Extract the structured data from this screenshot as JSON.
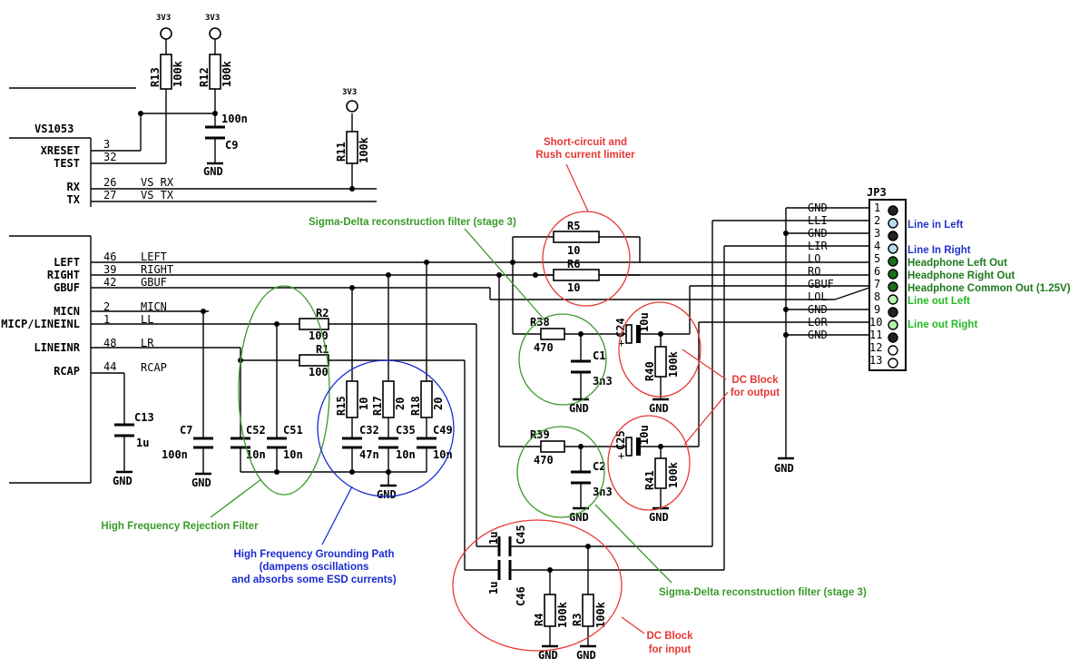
{
  "colors": {
    "red": "#e53935",
    "green": "#3a9a2a",
    "blue": "#1a2bd0",
    "pin_blue": "#2233cc",
    "pin_green": "#1e7a1e",
    "pin_lightgreen": "#22bb22"
  },
  "chip": {
    "name": "VS1053",
    "pins": [
      {
        "name": "XRESET",
        "num": "3",
        "net": ""
      },
      {
        "name": "TEST",
        "num": "32",
        "net": ""
      },
      {
        "name": "RX",
        "num": "26",
        "net": "VS_RX"
      },
      {
        "name": "TX",
        "num": "27",
        "net": "VS_TX"
      },
      {
        "name": "LEFT",
        "num": "46",
        "net": "LEFT"
      },
      {
        "name": "RIGHT",
        "num": "39",
        "net": "RIGHT"
      },
      {
        "name": "GBUF",
        "num": "42",
        "net": "GBUF"
      },
      {
        "name": "MICN",
        "num": "2",
        "net": "MICN"
      },
      {
        "name": "MICP/LINEINL",
        "num": "1",
        "net": "LL"
      },
      {
        "name": "LINEINR",
        "num": "48",
        "net": "LR"
      },
      {
        "name": "RCAP",
        "num": "44",
        "net": "RCAP"
      }
    ]
  },
  "power": {
    "v33": "3V3",
    "gnd": "GND"
  },
  "components": {
    "R13": {
      "ref": "R13",
      "val": "100k"
    },
    "R12": {
      "ref": "R12",
      "val": "100k"
    },
    "R11": {
      "ref": "R11",
      "val": "100k"
    },
    "C9": {
      "ref": "C9",
      "val": "100n"
    },
    "R5": {
      "ref": "R5",
      "val": "10"
    },
    "R6": {
      "ref": "R6",
      "val": "10"
    },
    "R2": {
      "ref": "R2",
      "val": "100"
    },
    "R1": {
      "ref": "R1",
      "val": "100"
    },
    "R15": {
      "ref": "R15",
      "val": "10"
    },
    "R17": {
      "ref": "R17",
      "val": "20"
    },
    "R18": {
      "ref": "R18",
      "val": "20"
    },
    "C13": {
      "ref": "C13",
      "val": "1u"
    },
    "C7": {
      "ref": "C7",
      "val": "100n"
    },
    "C52": {
      "ref": "C52",
      "val": "10n"
    },
    "C51": {
      "ref": "C51",
      "val": "10n"
    },
    "C32": {
      "ref": "C32",
      "val": "47n"
    },
    "C35": {
      "ref": "C35",
      "val": "10n"
    },
    "C49": {
      "ref": "C49",
      "val": "10n"
    },
    "R38": {
      "ref": "R38",
      "val": "470"
    },
    "R39": {
      "ref": "R39",
      "val": "470"
    },
    "C1": {
      "ref": "C1",
      "val": "3n3"
    },
    "C2": {
      "ref": "C2",
      "val": "3n3"
    },
    "C24": {
      "ref": "C24",
      "val": "10u"
    },
    "C25": {
      "ref": "C25",
      "val": "10u"
    },
    "R40": {
      "ref": "R40",
      "val": "100k"
    },
    "R41": {
      "ref": "R41",
      "val": "100k"
    },
    "C45": {
      "ref": "C45",
      "val": "1u"
    },
    "C46": {
      "ref": "C46",
      "val": "1u"
    },
    "R4": {
      "ref": "R4",
      "val": "100k"
    },
    "R3": {
      "ref": "R3",
      "val": "100k"
    }
  },
  "connector": {
    "name": "JP3",
    "pins": [
      {
        "num": "1",
        "net": "GND",
        "label": ""
      },
      {
        "num": "2",
        "net": "LLI",
        "label": "Line in Left"
      },
      {
        "num": "3",
        "net": "GND",
        "label": ""
      },
      {
        "num": "4",
        "net": "LIR",
        "label": "Line In Right"
      },
      {
        "num": "5",
        "net": "LO",
        "label": "Headphone Left Out"
      },
      {
        "num": "6",
        "net": "RO",
        "label": "Headphone Right Out"
      },
      {
        "num": "7",
        "net": "GBUF",
        "label": "Headphone Common Out (1.25V)"
      },
      {
        "num": "8",
        "net": "LOL",
        "label": "Line out Left"
      },
      {
        "num": "9",
        "net": "GND",
        "label": ""
      },
      {
        "num": "10",
        "net": "LOR",
        "label": "Line out Right"
      },
      {
        "num": "11",
        "net": "GND",
        "label": ""
      },
      {
        "num": "12",
        "net": "",
        "label": ""
      },
      {
        "num": "13",
        "net": "",
        "label": ""
      }
    ]
  },
  "annotations": {
    "short_circuit": [
      "Short-circuit and",
      "Rush current limiter"
    ],
    "sd_filter_top": "Sigma-Delta reconstruction filter (stage 3)",
    "sd_filter_bottom": "Sigma-Delta reconstruction filter (stage 3)",
    "dc_block_output": [
      "DC Block",
      "for output"
    ],
    "dc_block_input": [
      "DC Block",
      "for input"
    ],
    "hf_rejection": "High Frequency Rejection Filter",
    "hf_grounding": [
      "High Frequency Grounding Path",
      "(dampens oscillations",
      "and absorbs some ESD currents)"
    ]
  }
}
